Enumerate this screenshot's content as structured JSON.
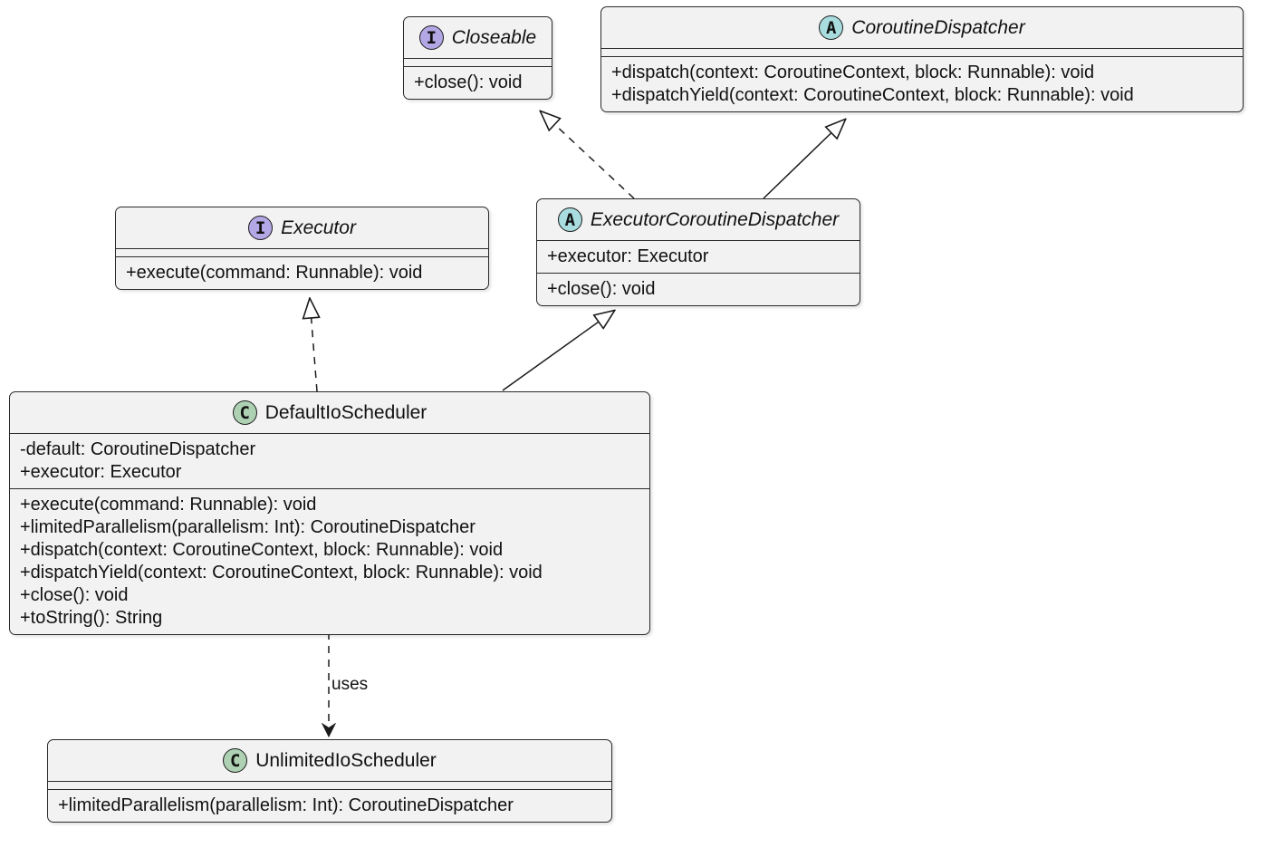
{
  "diagram": {
    "kind": "uml-class-diagram",
    "background": "#ffffff"
  },
  "colors": {
    "box_fill": "#f2f2f2",
    "box_border": "#2b2b2b",
    "interface_spot": "#b4a7e5",
    "abstract_spot": "#a9dcdf",
    "class_spot": "#add1b2",
    "edge_line": "#1b1b1b",
    "text": "#111111"
  },
  "classes": [
    {
      "name": "Closeable",
      "kind": "interface",
      "spot_letter": "I",
      "attributes": [],
      "methods": [
        "+close(): void"
      ]
    },
    {
      "name": "CoroutineDispatcher",
      "kind": "abstract",
      "spot_letter": "A",
      "attributes": [],
      "methods": [
        "+dispatch(context: CoroutineContext, block: Runnable): void",
        "+dispatchYield(context: CoroutineContext, block: Runnable): void"
      ]
    },
    {
      "name": "Executor",
      "kind": "interface",
      "spot_letter": "I",
      "attributes": [],
      "methods": [
        "+execute(command: Runnable): void"
      ]
    },
    {
      "name": "ExecutorCoroutineDispatcher",
      "kind": "abstract",
      "spot_letter": "A",
      "attributes": [
        "+executor: Executor"
      ],
      "methods": [
        "+close(): void"
      ]
    },
    {
      "name": "DefaultIoScheduler",
      "kind": "class",
      "spot_letter": "C",
      "attributes": [
        "-default: CoroutineDispatcher",
        "+executor: Executor"
      ],
      "methods": [
        "+execute(command: Runnable): void",
        "+limitedParallelism(parallelism: Int): CoroutineDispatcher",
        "+dispatch(context: CoroutineContext, block: Runnable): void",
        "+dispatchYield(context: CoroutineContext, block: Runnable): void",
        "+close(): void",
        "+toString(): String"
      ]
    },
    {
      "name": "UnlimitedIoScheduler",
      "kind": "class",
      "spot_letter": "C",
      "attributes": [],
      "methods": [
        "+limitedParallelism(parallelism: Int): CoroutineDispatcher"
      ]
    }
  ],
  "relationships": [
    {
      "from": "ExecutorCoroutineDispatcher",
      "to": "Closeable",
      "type": "realization",
      "label": ""
    },
    {
      "from": "ExecutorCoroutineDispatcher",
      "to": "CoroutineDispatcher",
      "type": "generalization",
      "label": ""
    },
    {
      "from": "DefaultIoScheduler",
      "to": "Executor",
      "type": "realization",
      "label": ""
    },
    {
      "from": "DefaultIoScheduler",
      "to": "ExecutorCoroutineDispatcher",
      "type": "generalization",
      "label": ""
    },
    {
      "from": "DefaultIoScheduler",
      "to": "UnlimitedIoScheduler",
      "type": "dependency",
      "label": "uses"
    }
  ]
}
